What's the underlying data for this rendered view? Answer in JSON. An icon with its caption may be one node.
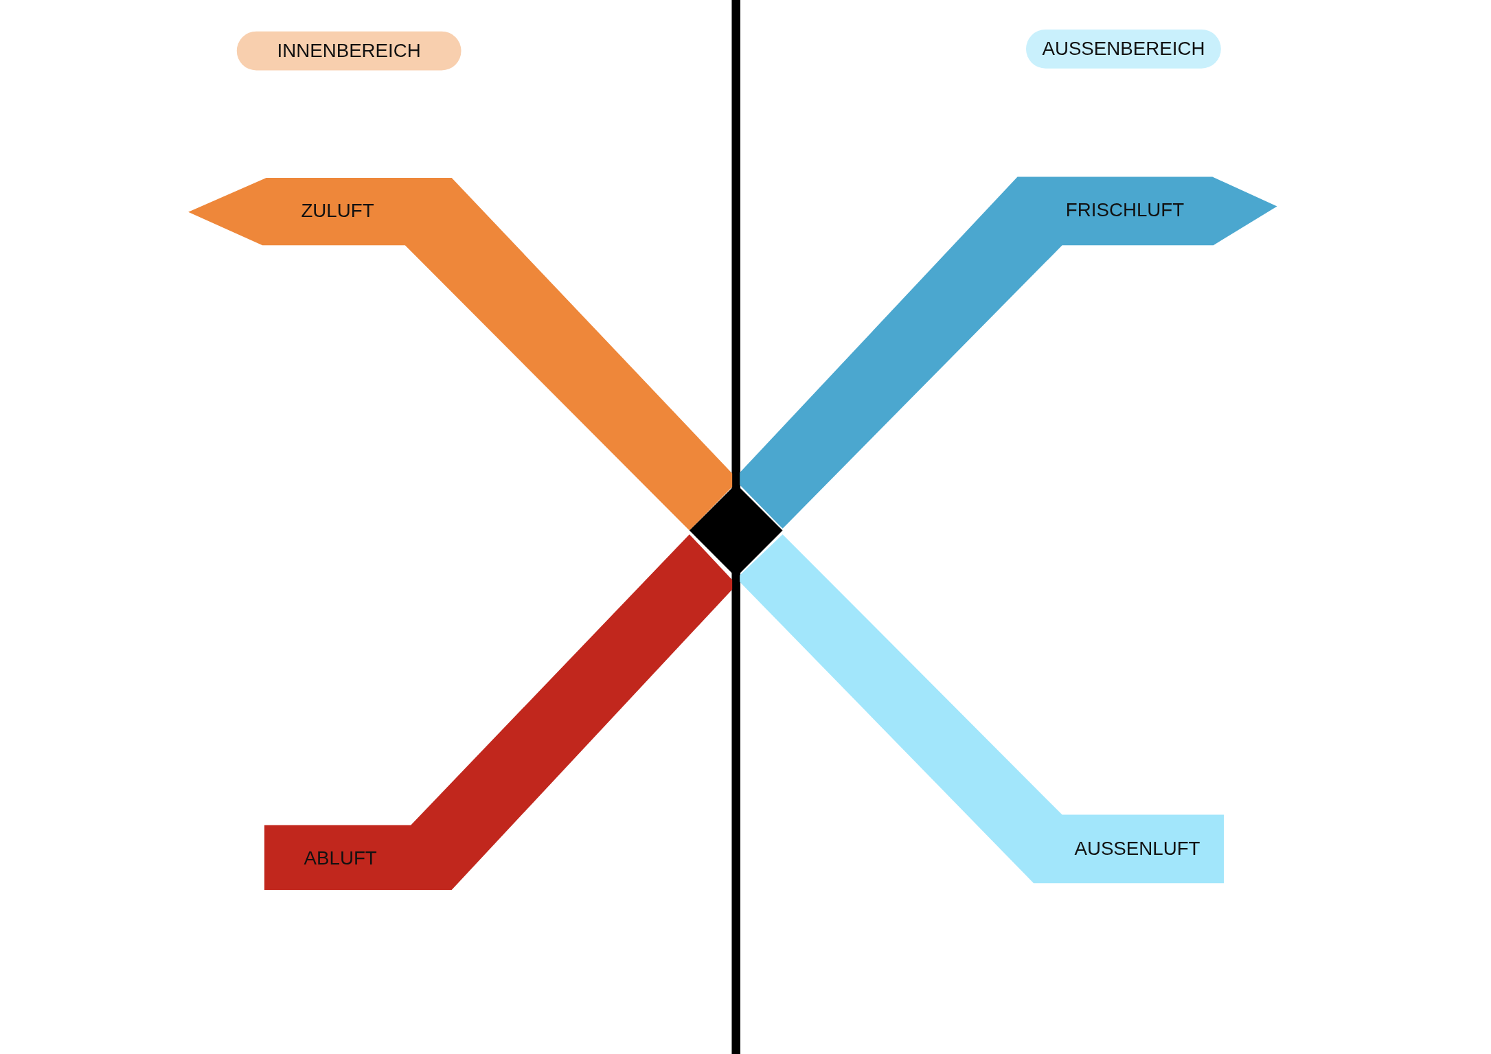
{
  "diagram": {
    "nodes": [
      {
        "text": [
          "INNENBEREICH"
        ]
      },
      {
        "text": [
          "AUSSENBEREICH"
        ]
      },
      {
        "text": [
          "ZULUFT"
        ]
      },
      {
        "text": [
          "FRISCHLUFT"
        ]
      },
      {
        "text": [
          "ABLUFT"
        ]
      },
      {
        "text": [
          "AUSSENLUFT"
        ]
      },
      {
        "text": [],
        "shape": "diamond"
      }
    ]
  }
}
